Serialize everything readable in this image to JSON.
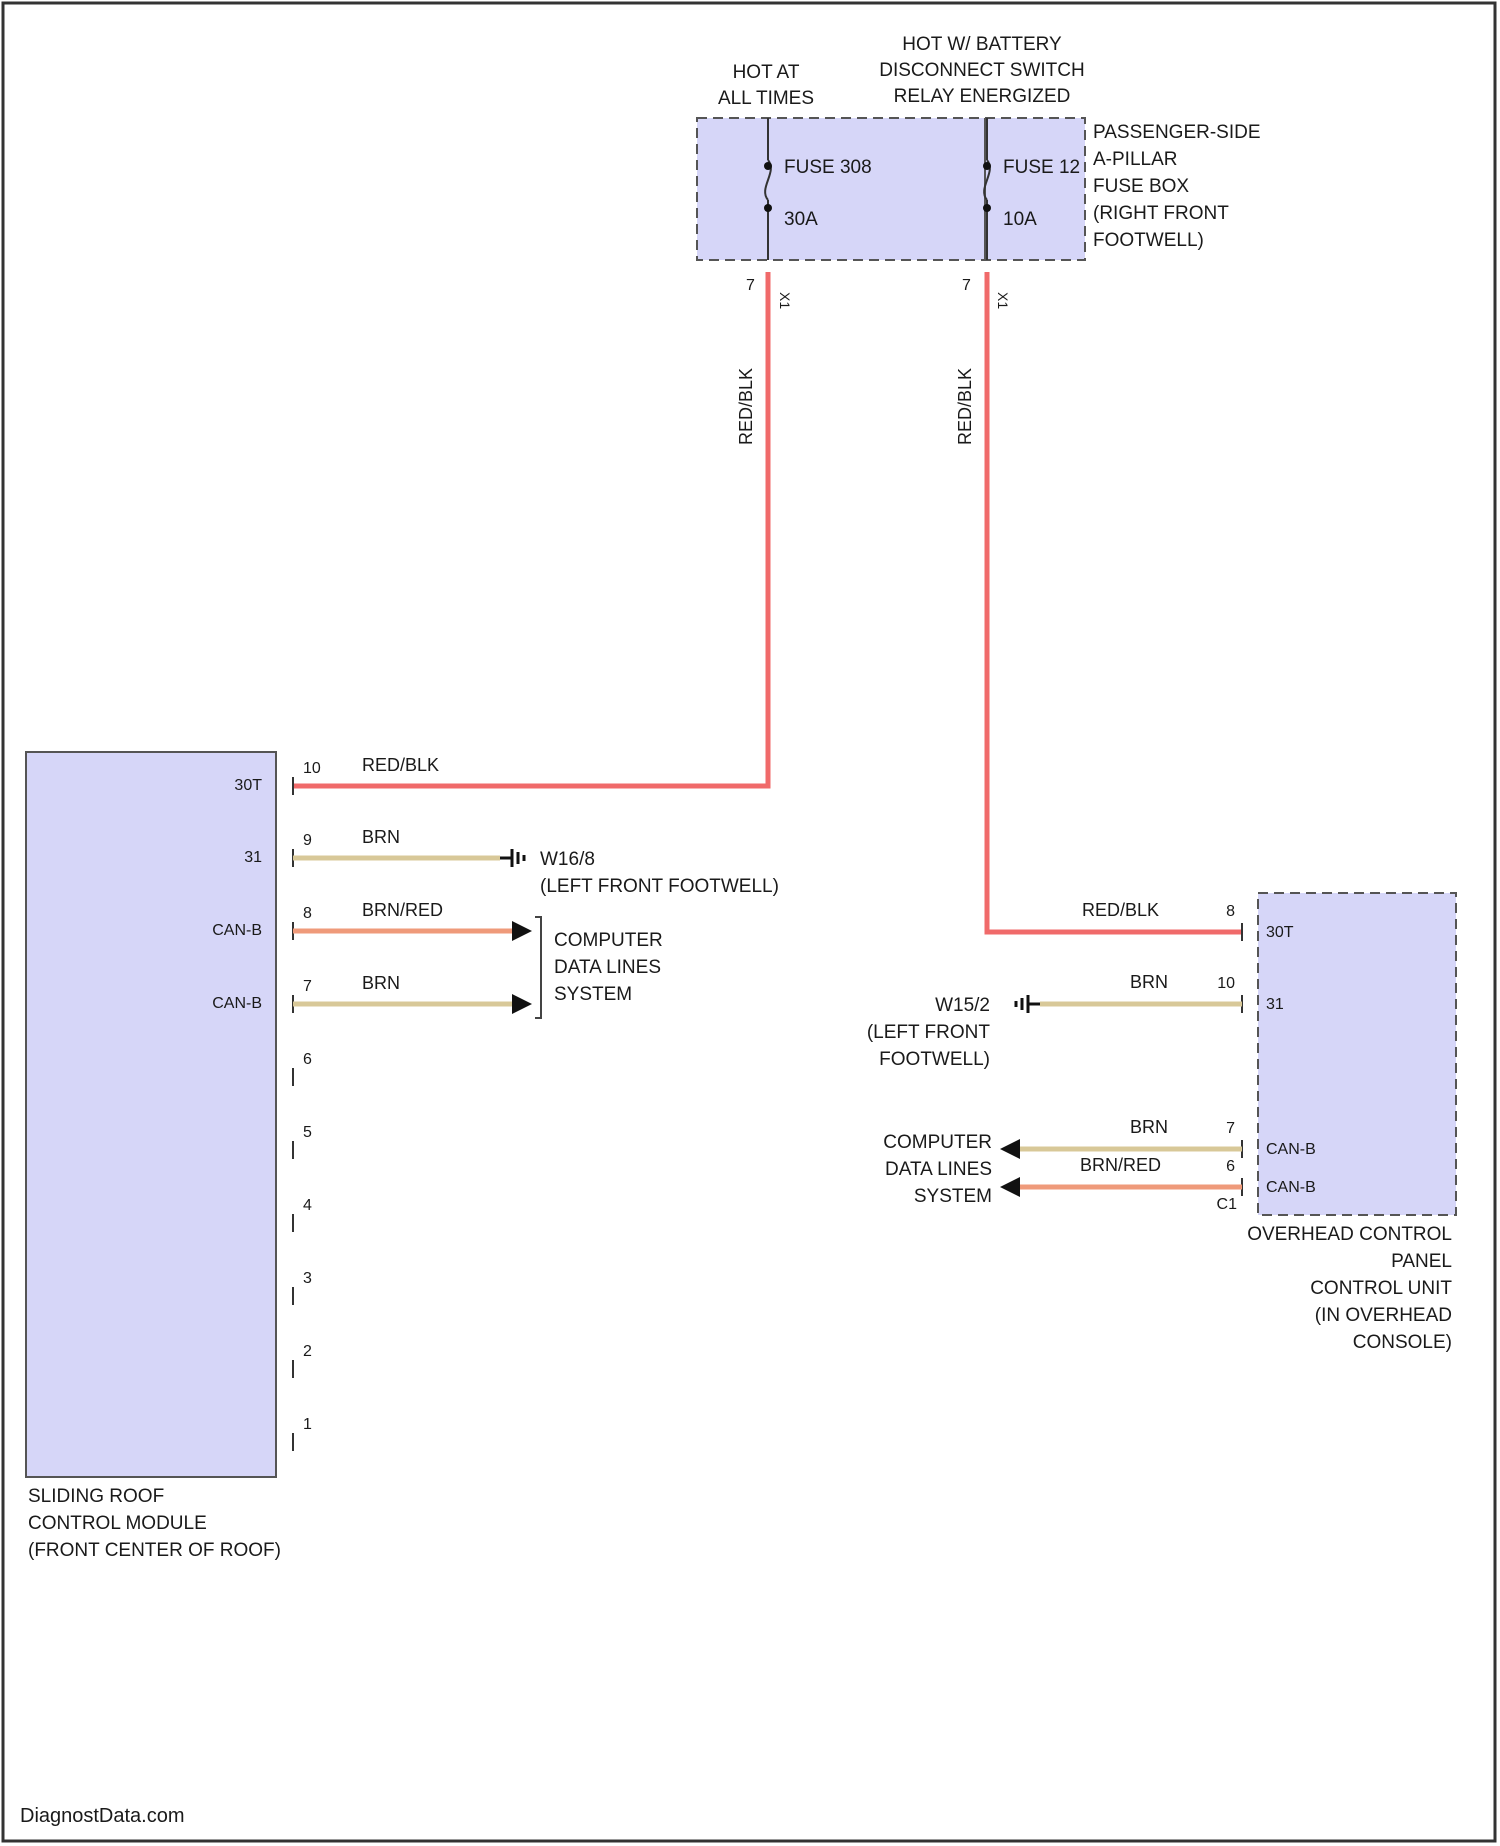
{
  "fuse_box": {
    "label_lines": [
      "PASSENGER-SIDE",
      "A-PILLAR",
      "FUSE BOX",
      "(RIGHT FRONT",
      "FOOTWELL)"
    ],
    "fuse_a": {
      "header": [
        "HOT AT",
        "ALL TIMES"
      ],
      "name": "FUSE 308",
      "rating": "30A",
      "pin": "7",
      "connector": "X1"
    },
    "fuse_b": {
      "header": [
        "HOT W/ BATTERY",
        "DISCONNECT SWITCH",
        "RELAY ENERGIZED"
      ],
      "name": "FUSE 12",
      "rating": "10A",
      "pin": "7",
      "connector": "X1"
    }
  },
  "wires": {
    "vertical_a": "RED/BLK",
    "vertical_b": "RED/BLK"
  },
  "sliding_roof": {
    "label_lines": [
      "SLIDING ROOF",
      "CONTROL MODULE",
      "(FRONT CENTER OF ROOF)"
    ],
    "pins": [
      {
        "pin": "10",
        "signal": "30T",
        "wire": "RED/BLK"
      },
      {
        "pin": "9",
        "signal": "31",
        "wire": "BRN"
      },
      {
        "pin": "8",
        "signal": "CAN-B",
        "wire": "BRN/RED"
      },
      {
        "pin": "7",
        "signal": "CAN-B",
        "wire": "BRN"
      },
      {
        "pin": "6"
      },
      {
        "pin": "5"
      },
      {
        "pin": "4"
      },
      {
        "pin": "3"
      },
      {
        "pin": "2"
      },
      {
        "pin": "1"
      }
    ],
    "ground": {
      "name": "W16/8",
      "location": "(LEFT FRONT FOOTWELL)"
    },
    "data_lines": [
      "COMPUTER",
      "DATA LINES",
      "SYSTEM"
    ]
  },
  "overhead": {
    "label_lines": [
      "OVERHEAD CONTROL",
      "PANEL",
      "CONTROL UNIT",
      "(IN OVERHEAD",
      "CONSOLE)"
    ],
    "connector": "C1",
    "pins": [
      {
        "pin": "8",
        "signal": "30T",
        "wire": "RED/BLK"
      },
      {
        "pin": "10",
        "signal": "31",
        "wire": "BRN"
      },
      {
        "pin": "7",
        "signal": "CAN-B",
        "wire": "BRN"
      },
      {
        "pin": "6",
        "signal": "CAN-B",
        "wire": "BRN/RED"
      }
    ],
    "ground": {
      "name": "W15/2",
      "location_lines": [
        "(LEFT FRONT",
        "FOOTWELL)"
      ]
    },
    "data_lines": [
      "COMPUTER",
      "DATA LINES",
      "SYSTEM"
    ]
  },
  "footer": {
    "watermark": "DiagnostData.com"
  }
}
